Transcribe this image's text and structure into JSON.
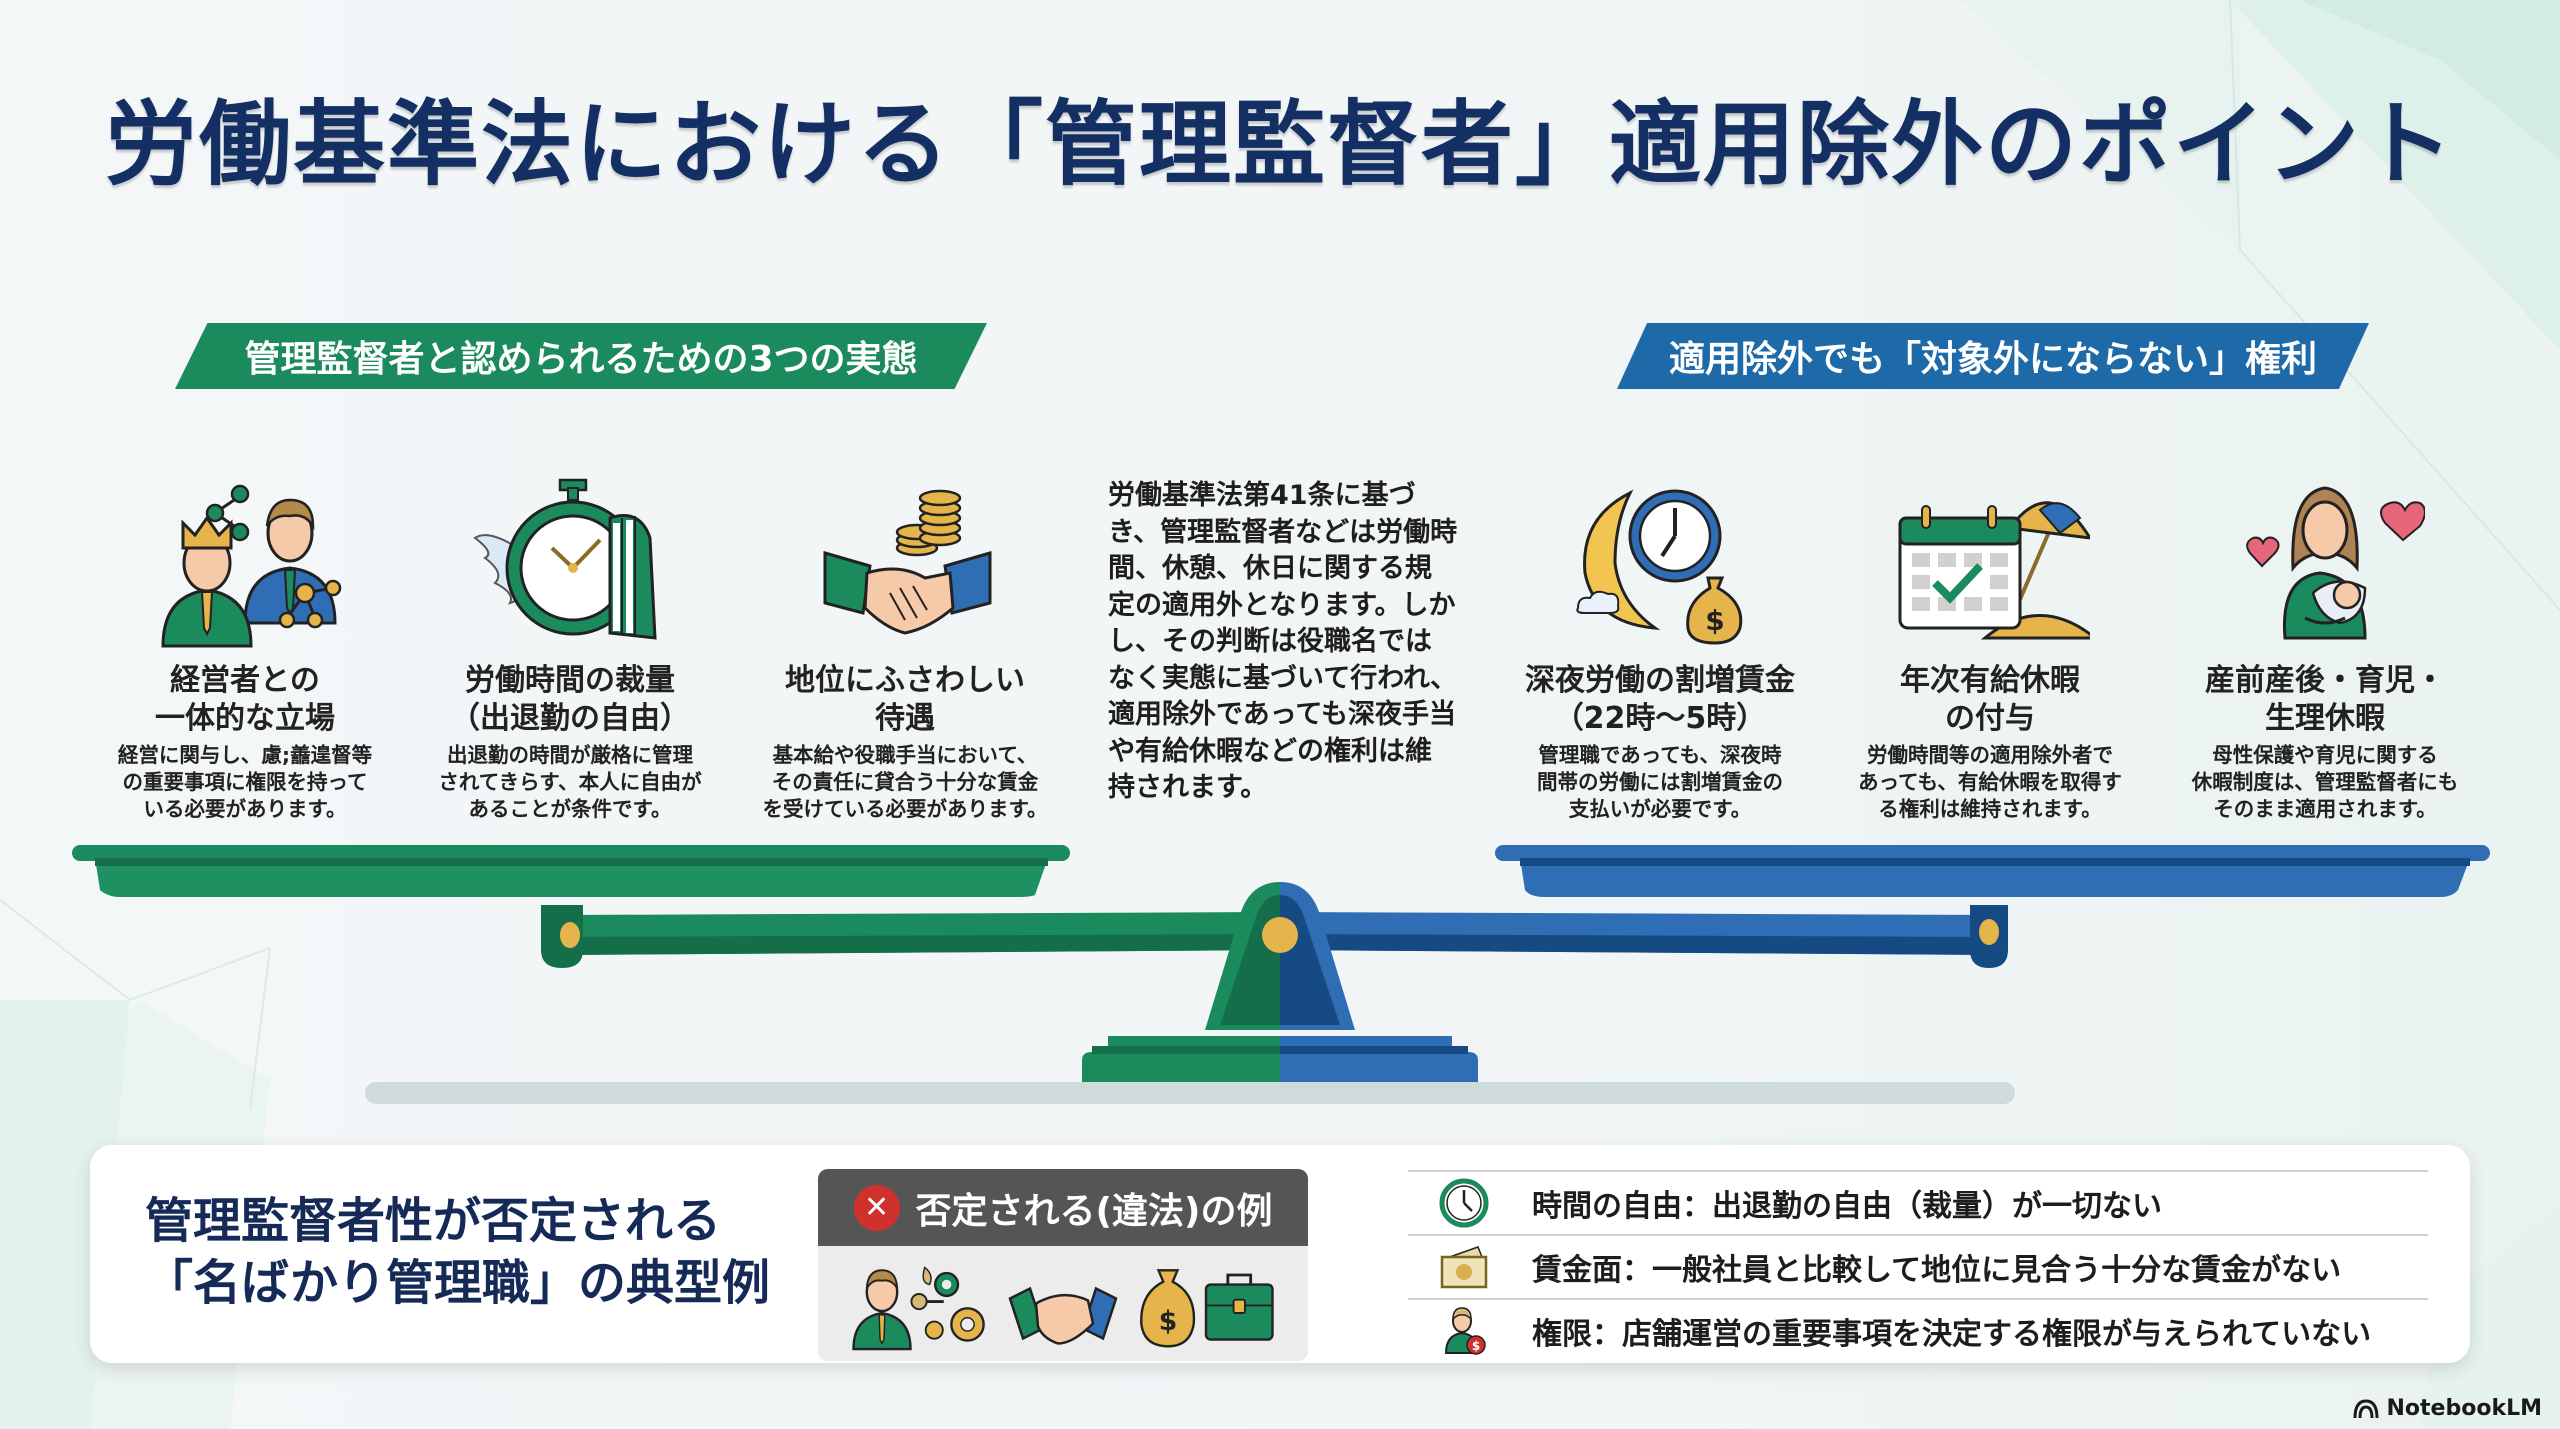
{
  "title": "労働基準法における「管理監督者」適用除外のポイント",
  "colors": {
    "title_navy": "#132f63",
    "green": "#1b8a5c",
    "green_dark": "#146e4a",
    "blue": "#1e6aa8",
    "blue_dark": "#154a82",
    "gold": "#e5b44a",
    "red": "#d0312d"
  },
  "left_section": {
    "banner": "管理監督者と認められるための3つの実態",
    "items": [
      {
        "icon": "executives-network-icon",
        "title": "経営者との\n一体的な立場",
        "description": "経営に関与し、慮;譱遑督等\nの重要事項に権限を持って\nいる必要があります。"
      },
      {
        "icon": "winged-stopwatch-door-icon",
        "title": "労働時間の裁量\n（出退勤の自由）",
        "description": "出退勤の時間が厳格に管理\nされてきらす、本人に自由が\nあることが条件です。"
      },
      {
        "icon": "handshake-coins-icon",
        "title": "地位にふさわしい\n待遇",
        "description": "基本給や役職手当において、\nその責任に貸合う十分な賃金\nを受けている必要があります。"
      }
    ]
  },
  "center_text": "労働基準法第41条に基づき、管理監督者などは労働時間、休憩、休日に関する規定の適用外となります。しかし、その判断は役職名ではなく実態に基づいて行われ、適用除外であっても深夜手当や有給休暇などの権利は維持されます。",
  "right_section": {
    "banner": "適用除外でも「対象外にならない」権利",
    "items": [
      {
        "icon": "moon-clock-moneybag-icon",
        "title": "深夜労働の割増賃金\n（22時〜5時）",
        "description": "管理職であっても、深夜時\n間帯の労働には割増賃金の\n支払いが必要です。"
      },
      {
        "icon": "calendar-beach-umbrella-icon",
        "title": "年次有給休暇\nの付与",
        "description": "労働時間等の適用除外者で\nあっても、有給休暇を取得す\nる権利は維持されます。"
      },
      {
        "icon": "mother-baby-hearts-icon",
        "title": "産前産後・育児・\n生理休暇",
        "description": "母性保護や育児に関する\n休暇制度は、管理監督者にも\nそのまま適用されます。"
      }
    ]
  },
  "bottom": {
    "title": "管理監督者性が否定される\n「名ばかり管理職」の典型例",
    "negative_header": "否定される(違法)の例",
    "negative_icons": [
      "manager-gears-key-icon",
      "handshake-icon",
      "moneybag-briefcase-icon"
    ],
    "reasons": [
      {
        "icon": "clock-icon",
        "text": "時間の自由：出退勤の自由（裁量）が一切ない"
      },
      {
        "icon": "banknote-icon",
        "text": "賃金面：一般社員と比較して地位に見合う十分な賃金がない"
      },
      {
        "icon": "person-coin-icon",
        "text": "権限：店舗運営の重要事項を決定する権限が与えられていない"
      }
    ]
  },
  "watermark": "NotebookLM"
}
